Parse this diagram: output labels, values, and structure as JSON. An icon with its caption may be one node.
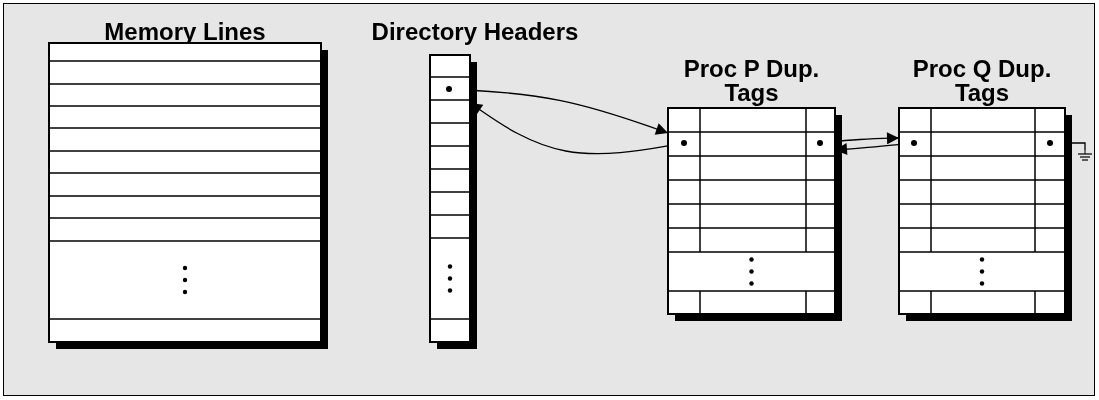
{
  "diagram": {
    "nodes": [
      {
        "text": [
          "Memory Lines"
        ]
      },
      {
        "text": [
          "Directory Headers"
        ]
      },
      {
        "text": [
          "Proc P Dup. Tags"
        ]
      },
      {
        "text": [
          "Proc Q Dup. Tags"
        ]
      },
      {
        "text": [],
        "shape": "ground"
      }
    ],
    "edges": [
      {
        "from": 1,
        "to": 2,
        "arrow": "to"
      },
      {
        "from": 2,
        "to": 1,
        "arrow": "to"
      },
      {
        "from": 2,
        "to": 3,
        "arrow": "to"
      },
      {
        "from": 3,
        "to": 2,
        "arrow": "to"
      },
      {
        "from": 3,
        "to": 4,
        "arrow": "none"
      }
    ]
  }
}
